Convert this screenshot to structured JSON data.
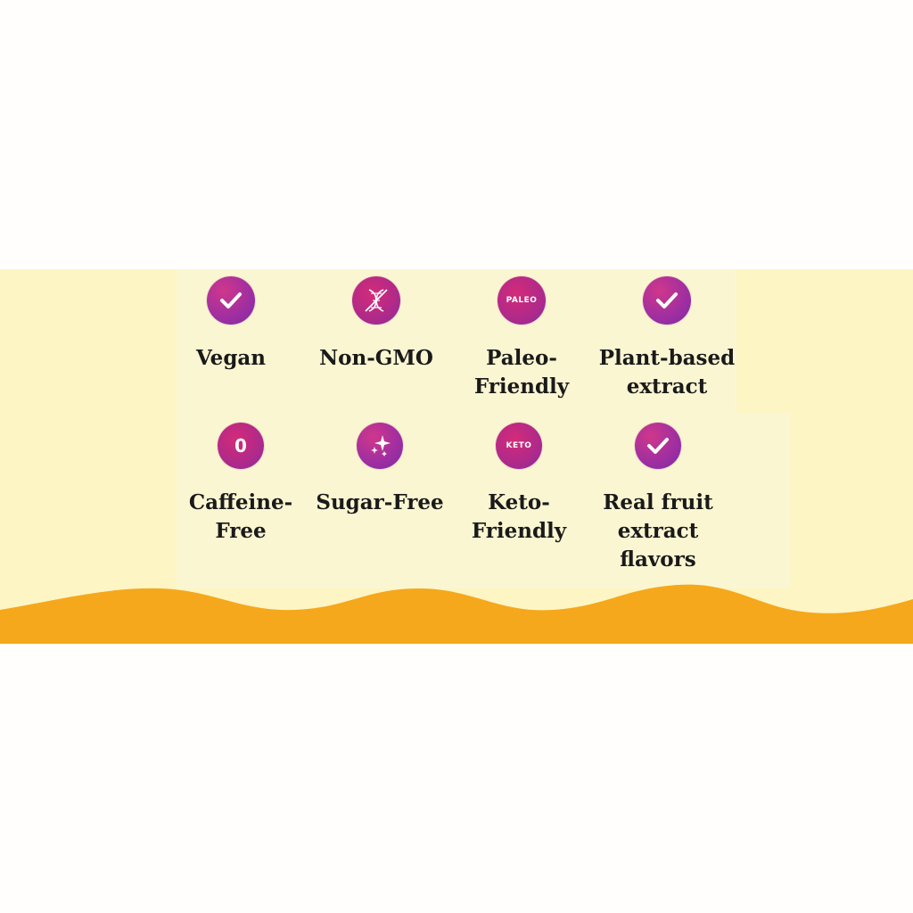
{
  "features_top": [
    {
      "icon": "check-icon",
      "lines": [
        "Vegan"
      ]
    },
    {
      "icon": "no-dna-icon",
      "lines": [
        "Non-GMO"
      ]
    },
    {
      "icon": "paleo-icon",
      "badge_text": "PALEO",
      "lines": [
        "Paleo-",
        "Friendly"
      ]
    },
    {
      "icon": "check-icon",
      "lines": [
        "Plant-based",
        "extract"
      ]
    }
  ],
  "features_bottom": [
    {
      "icon": "zero-icon",
      "badge_text": "0",
      "lines": [
        "Caffeine-",
        "Free"
      ]
    },
    {
      "icon": "sparkle-icon",
      "lines": [
        "Sugar-Free"
      ]
    },
    {
      "icon": "keto-icon",
      "badge_text": "KETO",
      "lines": [
        "Keto-",
        "Friendly"
      ]
    },
    {
      "icon": "check-icon",
      "lines": [
        "Real fruit",
        "extract",
        "flavors"
      ]
    }
  ],
  "colors": {
    "banner": "#fdf5c4",
    "wave": "#f5a81c",
    "badge_pink": "#d0378a",
    "badge_purple": "#7d2aa6",
    "text": "#1a1a1a"
  }
}
